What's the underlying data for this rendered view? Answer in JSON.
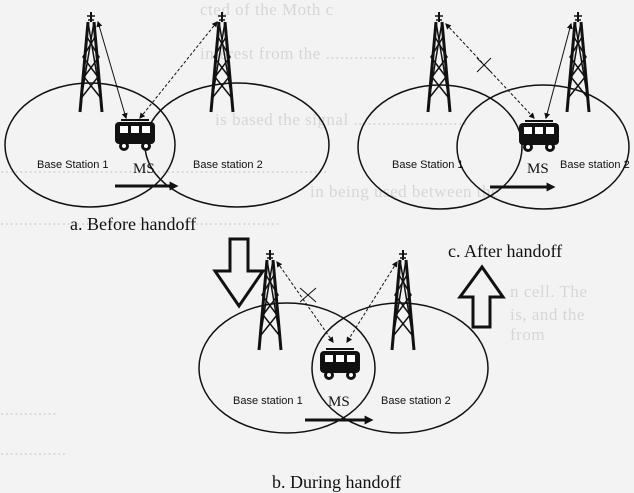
{
  "panels": {
    "before": {
      "caption": "a. Before handoff",
      "station_left": "Base Station 1",
      "station_right": "Base station 2",
      "ms": "MS"
    },
    "after": {
      "caption": "c. After handoff",
      "station_left": "Base Station 1",
      "station_right": "Base station 2",
      "ms": "MS"
    },
    "during": {
      "caption": "b. During handoff",
      "station_left": "Base station 1",
      "station_right": "Base station 2",
      "ms": "MS"
    }
  },
  "colors": {
    "line": "#111111",
    "background": "#f3f3f3",
    "faded_text": "#d6d6d6"
  },
  "icons": [
    "tower-icon",
    "vehicle-icon",
    "movement-arrow-icon",
    "down-arrow-icon",
    "up-arrow-icon",
    "link-broken-icon"
  ]
}
